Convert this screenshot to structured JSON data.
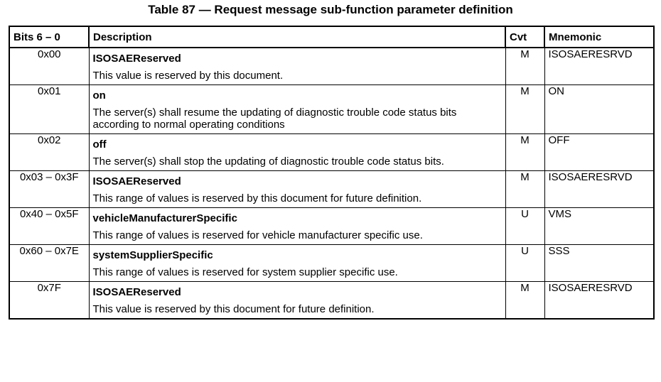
{
  "caption": "Table 87 — Request message sub-function parameter definition",
  "headers": {
    "bits": "Bits 6 – 0",
    "description": "Description",
    "cvt": "Cvt",
    "mnemonic": "Mnemonic"
  },
  "rows": [
    {
      "bits": "0x00",
      "name": "ISOSAEReserved",
      "text": "This value is reserved by this document.",
      "cvt": "M",
      "mnemonic": "ISOSAERESRVD"
    },
    {
      "bits": "0x01",
      "name": "on",
      "text": "The server(s) shall resume the updating of diagnostic trouble code status bits according to normal operating conditions",
      "cvt": "M",
      "mnemonic": "ON"
    },
    {
      "bits": "0x02",
      "name": "off",
      "text": "The server(s) shall stop the updating of diagnostic trouble code status bits.",
      "cvt": "M",
      "mnemonic": "OFF"
    },
    {
      "bits": "0x03 – 0x3F",
      "name": "ISOSAEReserved",
      "text": "This range of values is reserved by this document for future definition.",
      "cvt": "M",
      "mnemonic": "ISOSAERESRVD"
    },
    {
      "bits": "0x40 – 0x5F",
      "name": "vehicleManufacturerSpecific",
      "text": "This range of values is reserved for vehicle manufacturer specific use.",
      "cvt": "U",
      "mnemonic": "VMS"
    },
    {
      "bits": "0x60 – 0x7E",
      "name": "systemSupplierSpecific",
      "text": "This range of values is reserved for system supplier specific use.",
      "cvt": "U",
      "mnemonic": "SSS"
    },
    {
      "bits": "0x7F",
      "name": "ISOSAEReserved",
      "text": "This value is reserved by this document for future definition.",
      "cvt": "M",
      "mnemonic": "ISOSAERESRVD"
    }
  ]
}
